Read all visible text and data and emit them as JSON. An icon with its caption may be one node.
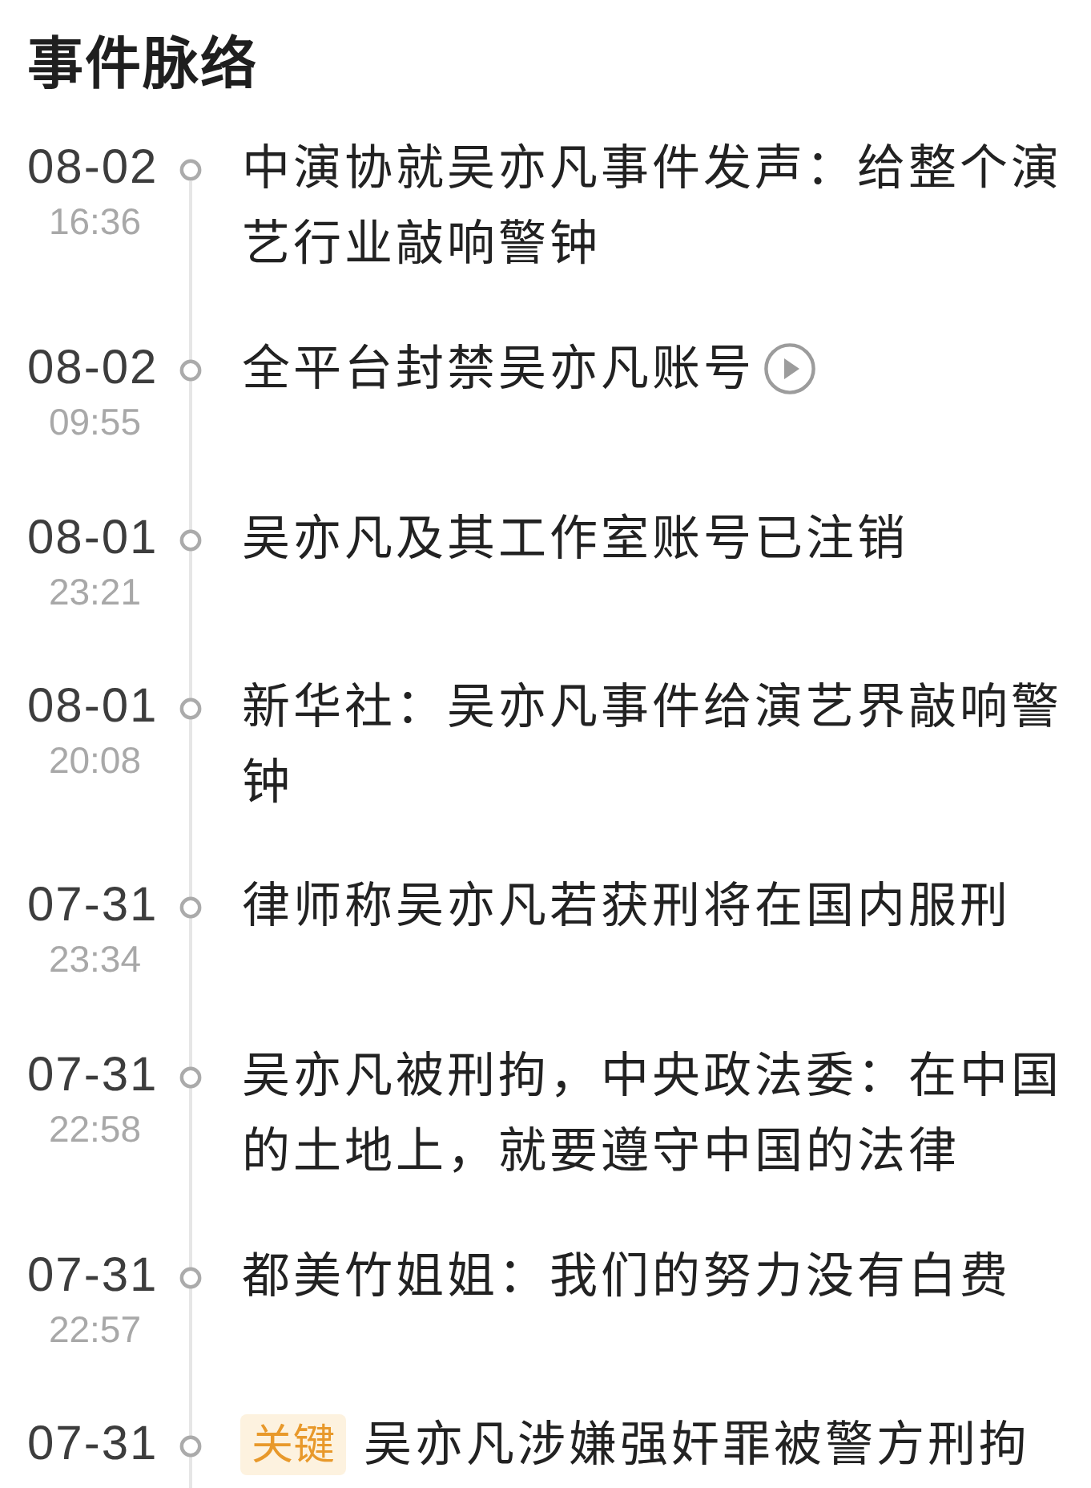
{
  "diagram": {
    "title": "事件脉络",
    "nodes": [
      {
        "text": [
          "关键"
        ]
      }
    ],
    "labels": [
      "08-02",
      "16:36",
      "中演协就吴亦凡事件发声：给整个演艺行业敲响警钟",
      "08-02",
      "09:55",
      "全平台封禁吴亦凡账号",
      "08-01",
      "23:21",
      "吴亦凡及其工作室账号已注销",
      "08-01",
      "20:08",
      "新华社：吴亦凡事件给演艺界敲响警钟",
      "07-31",
      "23:34",
      "律师称吴亦凡若获刑将在国内服刑",
      "07-31",
      "22:58",
      "吴亦凡被刑拘，中央政法委：在中国的土地上，就要遵守中国的法律",
      "07-31",
      "22:57",
      "都美竹姐姐：我们的努力没有白费",
      "07-31",
      "吴亦凡涉嫌强奸罪被警方刑拘"
    ]
  }
}
